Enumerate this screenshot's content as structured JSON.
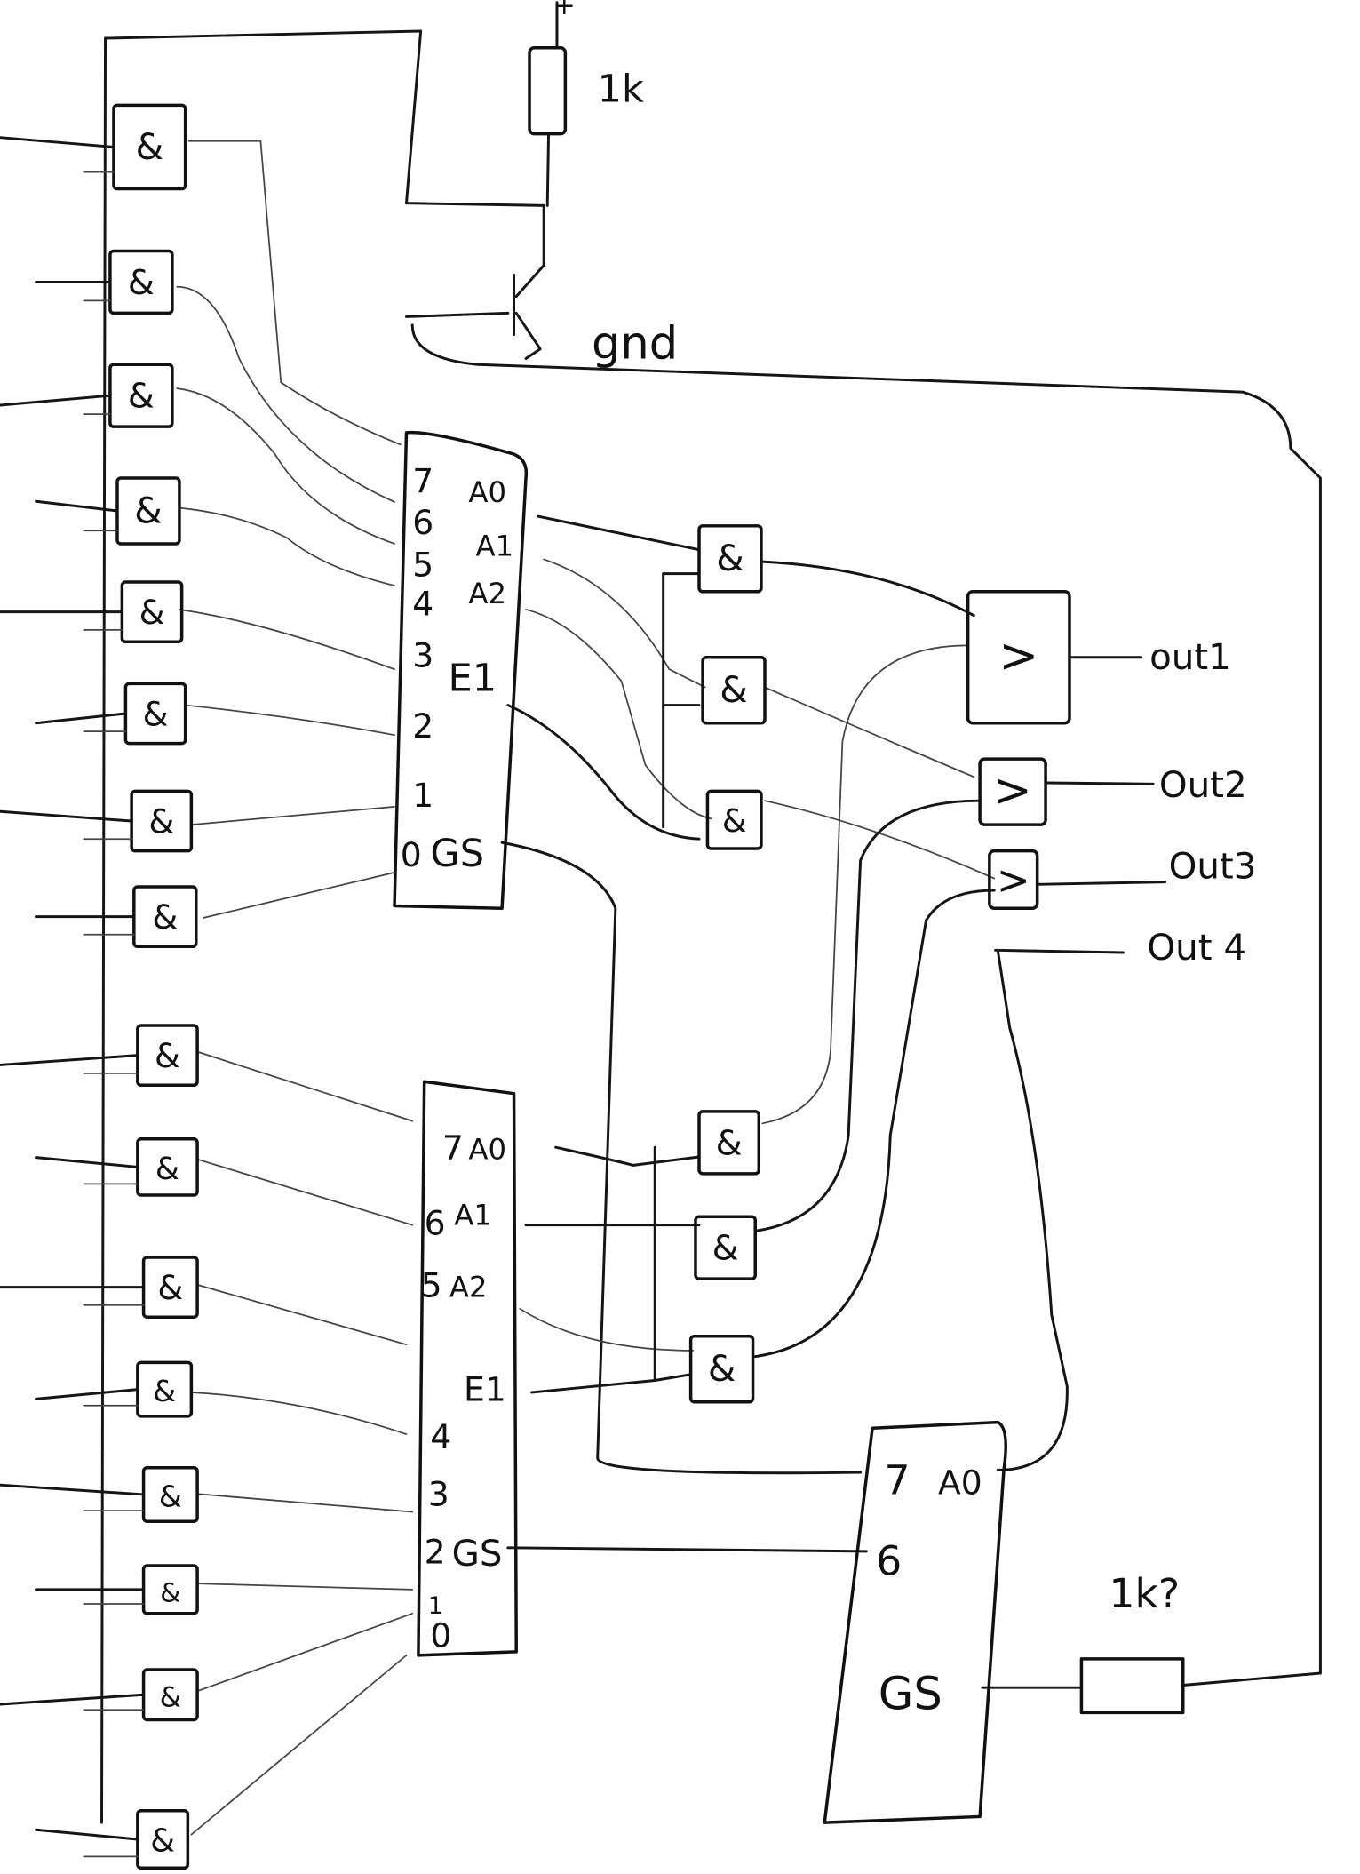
{
  "power": {
    "plus": "+",
    "resistor_top_label": "1k",
    "ground_label": "gnd",
    "resistor_bottom_label": "1k?"
  },
  "gate_symbols": {
    "and": "&",
    "or": ">"
  },
  "encoder_1": {
    "inputs": [
      "7",
      "6",
      "5",
      "4",
      "3",
      "2",
      "1",
      "0"
    ],
    "outputs": [
      "A0",
      "A1",
      "A2",
      "E1",
      "GS"
    ]
  },
  "encoder_2": {
    "inputs": [
      "7",
      "6",
      "5",
      "4",
      "3",
      "2",
      "1",
      "0"
    ],
    "outputs": [
      "A0",
      "A1",
      "A2",
      "E1",
      "GS"
    ]
  },
  "encoder_3": {
    "inputs": [
      "7",
      "6"
    ],
    "outputs": [
      "A0",
      "GS"
    ]
  },
  "outputs": [
    "out1",
    "Out2",
    "Out3",
    "Out 4"
  ]
}
